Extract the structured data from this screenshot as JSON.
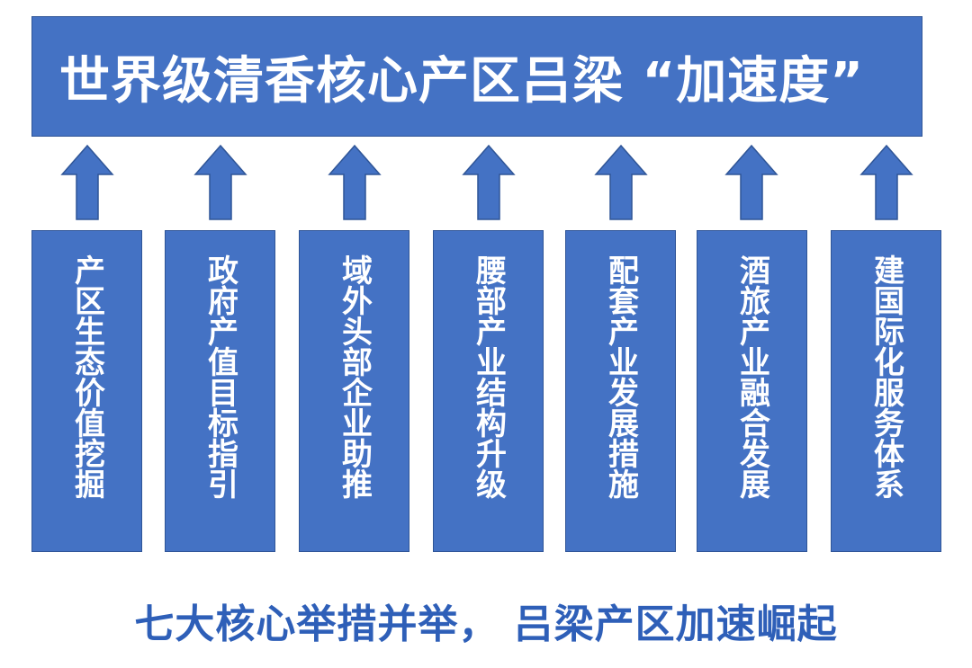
{
  "banner": {
    "title": "世界级清香核心产区吕梁 “加速度”"
  },
  "pillars": [
    {
      "label": "产区生态价值挖掘"
    },
    {
      "label": "政府产值目标指引"
    },
    {
      "label": "域外头部企业助推"
    },
    {
      "label": "腰部产业结构升级"
    },
    {
      "label": "配套产业发展措施"
    },
    {
      "label": "酒旅产业融合发展"
    },
    {
      "label": "建国际化服务体系"
    }
  ],
  "footer": {
    "text": "七大核心举措并举， 吕梁产区加速崛起"
  },
  "colors": {
    "box_fill": "#4472c4",
    "box_border": "#2f5597",
    "footer_text": "#2e5fb8"
  },
  "icons": {
    "arrow": "arrow-up-icon"
  }
}
